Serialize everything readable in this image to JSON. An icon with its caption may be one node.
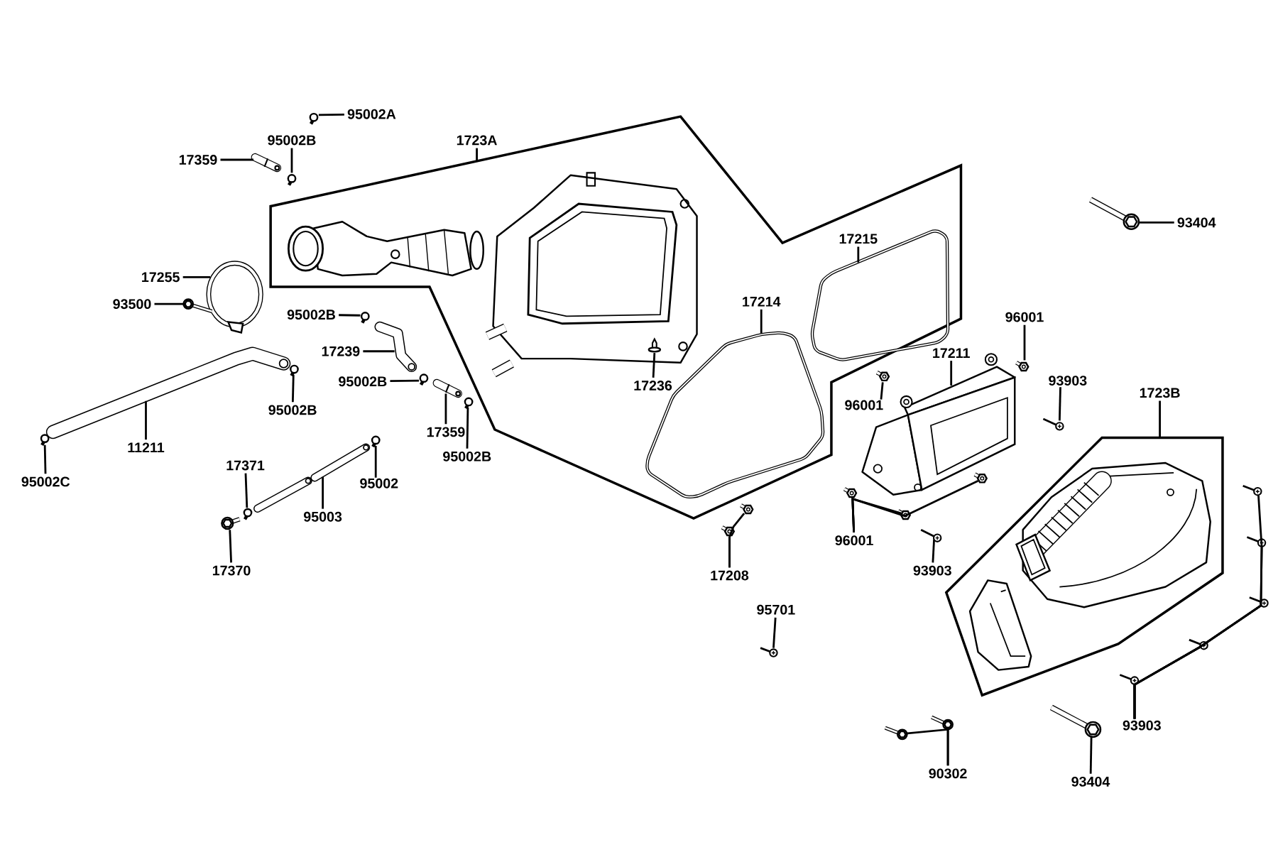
{
  "diagram": {
    "nodes": [
      {
        "text": [
          "95002A"
        ]
      },
      {
        "text": [],
        "shape": "circle"
      },
      {
        "text": [
          "95002B"
        ]
      },
      {
        "text": [],
        "shape": "circle"
      },
      {
        "text": [
          "17359"
        ]
      },
      {
        "text": [],
        "shape": "picture"
      },
      {
        "text": [
          "1723A"
        ]
      },
      {
        "text": [],
        "shape": "polygon"
      },
      {
        "text": [
          "17255"
        ]
      },
      {
        "text": [],
        "shape": "circle"
      },
      {
        "text": [
          "93500"
        ]
      },
      {
        "text": [],
        "shape": "picture"
      },
      {
        "text": [
          "95002B"
        ]
      },
      {
        "text": [],
        "shape": "circle"
      },
      {
        "text": [
          "17239"
        ]
      },
      {
        "text": [],
        "shape": "picture"
      },
      {
        "text": [
          "95002B"
        ]
      },
      {
        "text": [],
        "shape": "circle"
      },
      {
        "text": [
          "17359"
        ]
      },
      {
        "text": [],
        "shape": "picture"
      },
      {
        "text": [
          "95002B"
        ]
      },
      {
        "text": [],
        "shape": "circle"
      },
      {
        "text": [
          "95002B"
        ]
      },
      {
        "text": [],
        "shape": "circle"
      },
      {
        "text": [
          "11211"
        ]
      },
      {
        "text": [],
        "shape": "picture"
      },
      {
        "text": [
          "95002C"
        ]
      },
      {
        "text": [],
        "shape": "circle"
      },
      {
        "text": [
          "17371"
        ]
      },
      {
        "text": [],
        "shape": "circle"
      },
      {
        "text": [
          "95003"
        ]
      },
      {
        "text": [],
        "shape": "picture"
      },
      {
        "text": [
          "95002"
        ]
      },
      {
        "text": [],
        "shape": "circle"
      },
      {
        "text": [
          "17370"
        ]
      },
      {
        "text": [],
        "shape": "picture"
      },
      {
        "text": [
          "17236"
        ],
        "in": 7
      },
      {
        "text": [],
        "shape": "picture",
        "in": 7
      },
      {
        "text": [
          "17214"
        ],
        "in": 7
      },
      {
        "text": [],
        "shape": "picture",
        "in": 7
      },
      {
        "text": [
          "17215"
        ],
        "in": 7
      },
      {
        "text": [],
        "shape": "picture",
        "in": 7
      },
      {
        "text": [
          "17211"
        ]
      },
      {
        "text": [],
        "shape": "picture"
      },
      {
        "text": [
          "96001"
        ]
      },
      {
        "text": [],
        "shape": "picture"
      },
      {
        "text": [
          "96001"
        ]
      },
      {
        "text": [],
        "shape": "picture"
      },
      {
        "text": [
          "93903"
        ]
      },
      {
        "text": [],
        "shape": "picture"
      },
      {
        "text": [
          "1723B"
        ]
      },
      {
        "text": [],
        "shape": "polygon"
      },
      {
        "text": [
          "93404"
        ]
      },
      {
        "text": [],
        "shape": "picture"
      },
      {
        "text": [
          "96001"
        ]
      },
      {
        "text": [],
        "shape": "picture"
      },
      {
        "text": [],
        "shape": "picture"
      },
      {
        "text": [],
        "shape": "picture"
      },
      {
        "text": [
          "93903"
        ]
      },
      {
        "text": [],
        "shape": "picture"
      },
      {
        "text": [
          "17208"
        ]
      },
      {
        "text": [],
        "shape": "picture"
      },
      {
        "text": [],
        "shape": "picture"
      },
      {
        "text": [
          "95701"
        ]
      },
      {
        "text": [],
        "shape": "picture"
      },
      {
        "text": [
          "93903"
        ]
      },
      {
        "text": [],
        "shape": "picture"
      },
      {
        "text": [],
        "shape": "picture"
      },
      {
        "text": [],
        "shape": "picture"
      },
      {
        "text": [],
        "shape": "picture"
      },
      {
        "text": [],
        "shape": "picture"
      },
      {
        "text": [
          "90302"
        ]
      },
      {
        "text": [],
        "shape": "picture"
      },
      {
        "text": [],
        "shape": "picture"
      },
      {
        "text": [
          "93404"
        ]
      },
      {
        "text": [],
        "shape": "picture"
      }
    ],
    "edges": [
      {
        "from": 0,
        "to": 1,
        "arrow": "none"
      },
      {
        "from": 2,
        "to": 3,
        "arrow": "none"
      },
      {
        "from": 4,
        "to": 5,
        "arrow": "none"
      },
      {
        "from": 6,
        "to": 7,
        "arrow": "none"
      },
      {
        "from": 8,
        "to": 9,
        "arrow": "none"
      },
      {
        "from": 10,
        "to": 11,
        "arrow": "none"
      },
      {
        "from": 12,
        "to": 13,
        "arrow": "none"
      },
      {
        "from": 14,
        "to": 15,
        "arrow": "none"
      },
      {
        "from": 16,
        "to": 17,
        "arrow": "none"
      },
      {
        "from": 18,
        "to": 19,
        "arrow": "none"
      },
      {
        "from": 20,
        "to": 21,
        "arrow": "none"
      },
      {
        "from": 22,
        "to": 23,
        "arrow": "none"
      },
      {
        "from": 24,
        "to": 25,
        "arrow": "none"
      },
      {
        "from": 26,
        "to": 27,
        "arrow": "none"
      },
      {
        "from": 28,
        "to": 29,
        "arrow": "none"
      },
      {
        "from": 30,
        "to": 31,
        "arrow": "none"
      },
      {
        "from": 32,
        "to": 33,
        "arrow": "none"
      },
      {
        "from": 34,
        "to": 35,
        "arrow": "none"
      },
      {
        "from": 36,
        "to": 37,
        "arrow": "none"
      },
      {
        "from": 38,
        "to": 39,
        "arrow": "none"
      },
      {
        "from": 40,
        "to": 41,
        "arrow": "none"
      },
      {
        "from": 42,
        "to": 43,
        "arrow": "none"
      },
      {
        "from": 44,
        "to": 45,
        "arrow": "none"
      },
      {
        "from": 46,
        "to": 47,
        "arrow": "none"
      },
      {
        "from": 48,
        "to": 49,
        "arrow": "none"
      },
      {
        "from": 50,
        "to": 51,
        "arrow": "none"
      },
      {
        "from": 52,
        "to": 53,
        "arrow": "none"
      },
      {
        "from": 54,
        "to": 55,
        "arrow": "none"
      },
      {
        "from": 54,
        "to": 56,
        "arrow": "none"
      },
      {
        "from": 54,
        "to": 57,
        "arrow": "none"
      },
      {
        "from": 58,
        "to": 59,
        "arrow": "none"
      },
      {
        "from": 60,
        "to": 61,
        "arrow": "none"
      },
      {
        "from": 60,
        "to": 62,
        "arrow": "none"
      },
      {
        "from": 63,
        "to": 64,
        "arrow": "none"
      },
      {
        "from": 65,
        "to": 66,
        "arrow": "none"
      },
      {
        "from": 65,
        "to": 67,
        "arrow": "none"
      },
      {
        "from": 65,
        "to": 68,
        "arrow": "none"
      },
      {
        "from": 65,
        "to": 69,
        "arrow": "none"
      },
      {
        "from": 65,
        "to": 70,
        "arrow": "none"
      },
      {
        "from": 71,
        "to": 72,
        "arrow": "none"
      },
      {
        "from": 71,
        "to": 73,
        "arrow": "none"
      },
      {
        "from": 74,
        "to": 75,
        "arrow": "none"
      }
    ]
  }
}
